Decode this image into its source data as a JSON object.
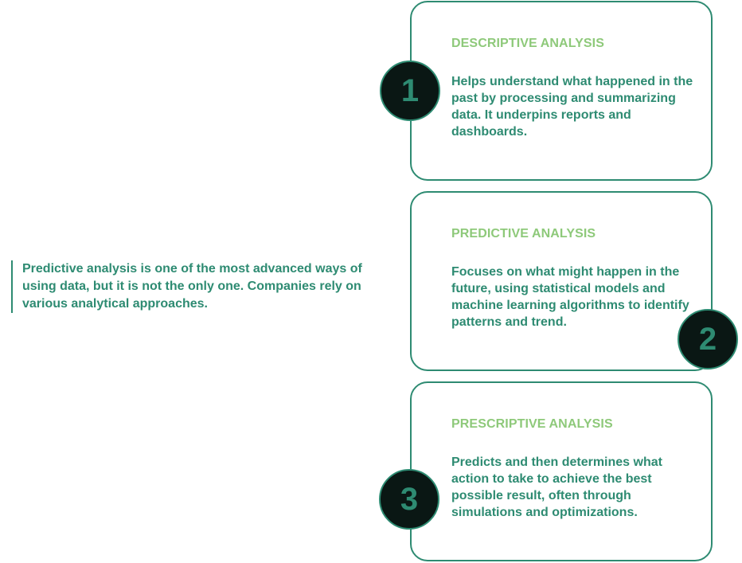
{
  "intro": {
    "text": "Predictive analysis is one of the most advanced ways of using data, but it is not the only one. Companies rely on various analytical approaches."
  },
  "steps": [
    {
      "number": "1",
      "title": "DESCRIPTIVE ANALYSIS",
      "body": "Helps understand what happened in the past by processing and summarizing data. It underpins reports and dashboards."
    },
    {
      "number": "2",
      "title": "PREDICTIVE ANALYSIS",
      "body": "Focuses on what might happen in the future, using statistical models and machine learning algorithms to identify patterns and trend."
    },
    {
      "number": "3",
      "title": "PRESCRIPTIVE ANALYSIS",
      "body": "Predicts and then determines what action to take to achieve the best possible result, often through simulations and optimizations."
    }
  ],
  "colors": {
    "accent": "#2e8b72",
    "title": "#8ec97a",
    "badge_fill": "#0a1714",
    "background": "#ffffff"
  }
}
